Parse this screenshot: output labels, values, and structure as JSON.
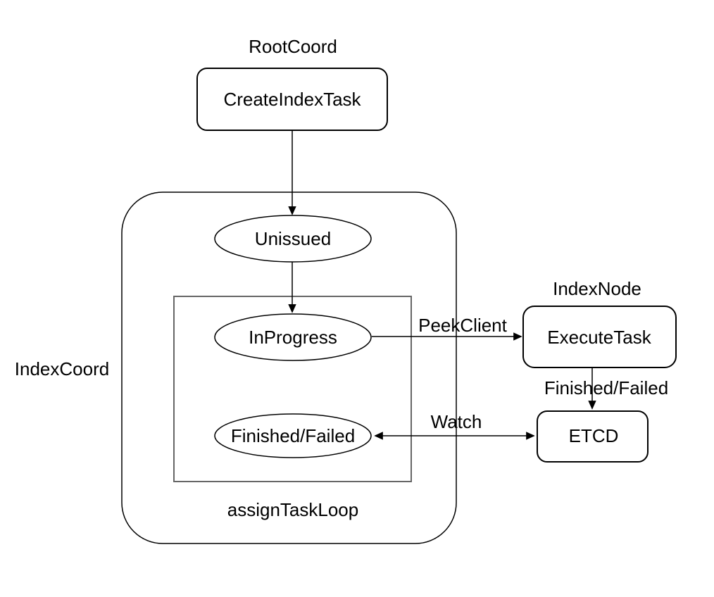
{
  "diagram": {
    "group_labels": {
      "root_coord": "RootCoord",
      "index_node": "IndexNode",
      "index_coord": "IndexCoord",
      "assign_task_loop": "assignTaskLoop"
    },
    "nodes": {
      "create_index_task": "CreateIndexTask",
      "unissued": "Unissued",
      "in_progress": "InProgress",
      "finished_failed": "Finished/Failed",
      "execute_task": "ExecuteTask",
      "etcd": "ETCD"
    },
    "edge_labels": {
      "peek_client": "PeekClient",
      "finished_failed": "Finished/Failed",
      "watch": "Watch"
    },
    "colors": {
      "stroke": "#000000",
      "loop_box_stroke": "#666666",
      "text": "#000000",
      "background": "#ffffff"
    }
  }
}
